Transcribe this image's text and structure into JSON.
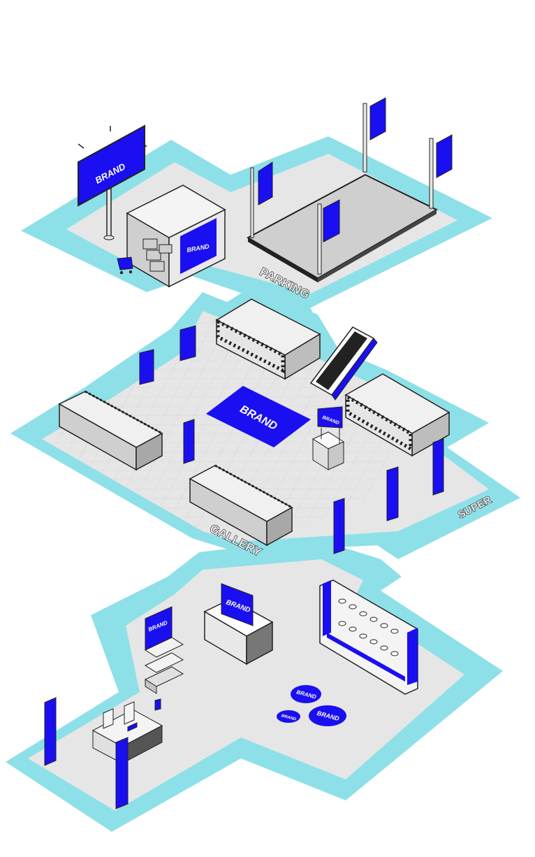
{
  "zones": {
    "parking": "PARKING",
    "gallery": "GALLERY",
    "super": "SUPER"
  },
  "brand": {
    "label": "BRAND"
  },
  "colors": {
    "outer_floor": "#8ee0e8",
    "inner_floor": "#e6e6e6",
    "brand_blue": "#1a0ff0",
    "outline": "#222222",
    "fixture_gray": "#d4d4d4"
  }
}
